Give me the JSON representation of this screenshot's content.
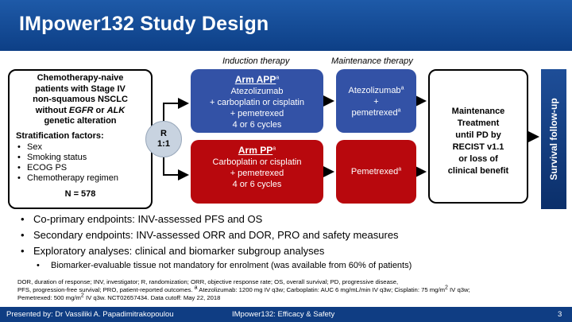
{
  "header": {
    "title": "IMpower132 Study Design"
  },
  "phases": {
    "induction": "Induction therapy",
    "maintenance": "Maintenance therapy"
  },
  "population": {
    "title_lines": [
      "Chemotherapy-naive",
      "patients with Stage IV",
      "non-squamous NSCLC"
    ],
    "without_prefix": "without ",
    "egfr": "EGFR",
    "or_text": " or ",
    "alk": "ALK",
    "genetic": "genetic alteration",
    "strat_title": "Stratification factors:",
    "strat_factors": [
      "Sex",
      "Smoking status",
      "ECOG PS",
      "Chemotherapy regimen"
    ],
    "n": "N = 578"
  },
  "randomization": {
    "line1": "R",
    "line2": "1:1"
  },
  "arm_app": {
    "name": "Arm APP",
    "sup": "a",
    "lines": [
      "Atezolizumab",
      "+ carboplatin or cisplatin",
      "+ pemetrexed",
      "4 or 6 cycles"
    ]
  },
  "arm_pp": {
    "name": "Arm PP",
    "sup": "a",
    "lines": [
      "Carboplatin or cisplatin",
      "+ pemetrexed",
      "4 or 6 cycles"
    ]
  },
  "maint_app": {
    "line1": "Atezolizumab",
    "sup1": "a",
    "line2": "+",
    "line3": "pemetrexed",
    "sup3": "a"
  },
  "maint_pp": {
    "line1": "Pemetrexed",
    "sup1": "a"
  },
  "maint_treatment": {
    "lines": [
      "Maintenance",
      "Treatment",
      "until PD by",
      "RECIST v1.1",
      "or loss of",
      "clinical benefit"
    ]
  },
  "survival": {
    "label": "Survival follow-up"
  },
  "bullets": [
    "Co-primary endpoints: INV-assessed PFS and OS",
    "Secondary endpoints: INV-assessed ORR and DOR, PRO and safety measures",
    "Exploratory analyses: clinical and biomarker subgroup analyses"
  ],
  "sub_bullet": "Biomarker-evaluable tissue not mandatory for enrolment (was available from 60% of patients)",
  "footnote": {
    "line1": "DOR, duration of response; INV, investigator; R, randomization; ORR, objective response rate; OS, overall survival; PD, progressive disease,",
    "line2a": "PFS, progression-free survival; PRO, patient-reported outcomes.",
    "sup_a": "a",
    "line2b": " Atezolizumab: 1200 mg IV q3w; Carboplatin: AUC 6 mg/mL/min IV q3w; Cisplatin: 75 mg/m",
    "sup_2": "2",
    "line2c": " IV q3w;",
    "line3a": "Pemetrexed: 500 mg/m",
    "line3b": " IV q3w. NCT02657434. Data cutoff: May 22, 2018"
  },
  "footer": {
    "presenter": "Presented by: Dr Vassiliki A. Papadimitrakopoulou",
    "study": "IMpower132: Efficacy & Safety",
    "page": "3"
  },
  "colors": {
    "title_bar": "#0d3f86",
    "arm_app": "#3352a6",
    "arm_pp": "#b8080d",
    "survival": "#1e4e98",
    "footer": "#0f3d83"
  }
}
